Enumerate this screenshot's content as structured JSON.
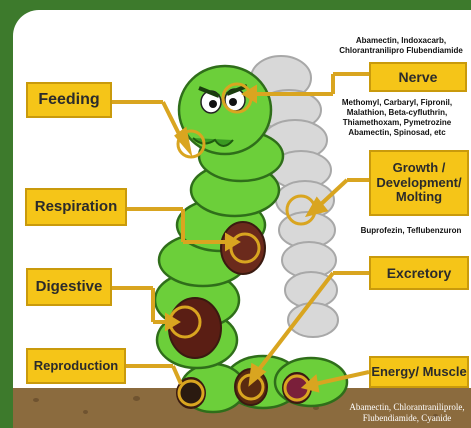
{
  "labels": {
    "feeding": "Feeding",
    "respiration": "Respiration",
    "digestive": "Digestive",
    "reproduction": "Reproduction",
    "nerve": "Nerve",
    "growth": "Growth / Development/ Molting",
    "excretory": "Excretory",
    "energy_muscle": "Energy/ Muscle"
  },
  "notes": {
    "nerve_top": "Abamectin, Indoxacarb, Chlorantranilipro Flubendiamide",
    "nerve_bottom": "Methomyl, Carbaryl, Fipronil, Malathion, Beta-cyfluthrin, Thiamethoxam, Pymetrozine Abamectin, Spinosad, etc",
    "growth": "Buprofezin, Teflubenzuron",
    "energy": "Abamectin, Chlorantraniliprole, Flubendiamide, Cyanide"
  },
  "colors": {
    "background_green": "#3d7a2c",
    "label_yellow": "#f5c518",
    "arrow_gold": "#d9a520",
    "caterpillar_green": "#6ccf3a",
    "soil_brown": "#8b6b3e"
  }
}
